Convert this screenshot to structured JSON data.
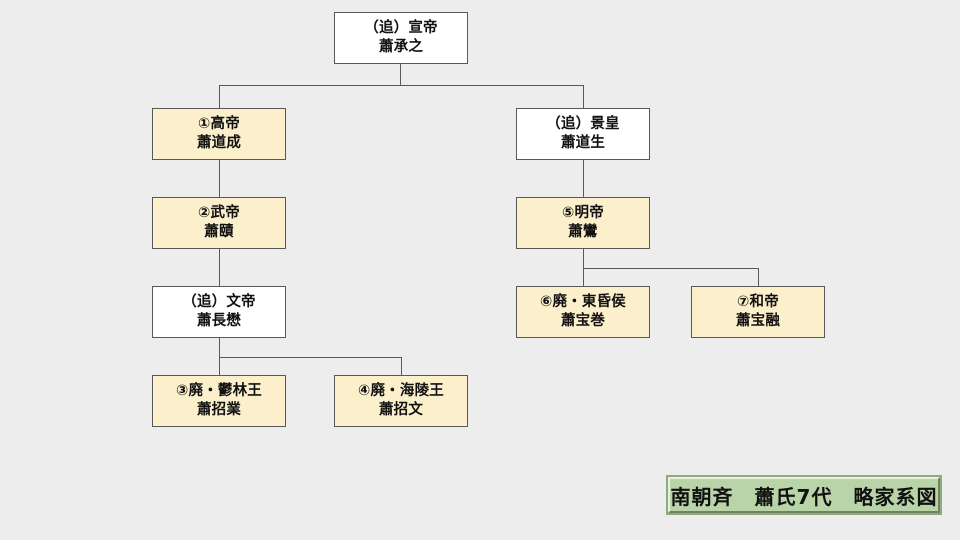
{
  "diagram": {
    "kind": "family-tree",
    "background_color": "#ededed",
    "line_color": "#585858",
    "node_fill_highlight": "#fcefcb",
    "node_fill_plain": "#ffffff",
    "nodes": [
      {
        "id": "xuandi",
        "line1": "（追）宣帝",
        "line2": "蕭承之",
        "style": "white"
      },
      {
        "id": "gaodi",
        "line1": "①高帝",
        "line2": "蕭道成",
        "style": "cream"
      },
      {
        "id": "jinghuang",
        "line1": "（追）景皇",
        "line2": "蕭道生",
        "style": "white"
      },
      {
        "id": "wudi",
        "line1": "②武帝",
        "line2": "蕭賾",
        "style": "cream"
      },
      {
        "id": "mingdi",
        "line1": "⑤明帝",
        "line2": "蕭鸞",
        "style": "cream"
      },
      {
        "id": "wendi",
        "line1": "（追）文帝",
        "line2": "蕭長懋",
        "style": "white"
      },
      {
        "id": "donghunhou",
        "line1": "⑥廃・東昏侯",
        "line2": "蕭宝巻",
        "style": "cream"
      },
      {
        "id": "hedi",
        "line1": "⑦和帝",
        "line2": "蕭宝融",
        "style": "cream"
      },
      {
        "id": "yulinwang",
        "line1": "③廃・鬱林王",
        "line2": "蕭招業",
        "style": "cream"
      },
      {
        "id": "hailingwang",
        "line1": "④廃・海陵王",
        "line2": "蕭招文",
        "style": "cream"
      }
    ]
  },
  "banner": {
    "text": "南朝斉　蕭氏7代　略家系図",
    "fill_color": "#b9d4a8",
    "border_color": "#6f8361"
  }
}
